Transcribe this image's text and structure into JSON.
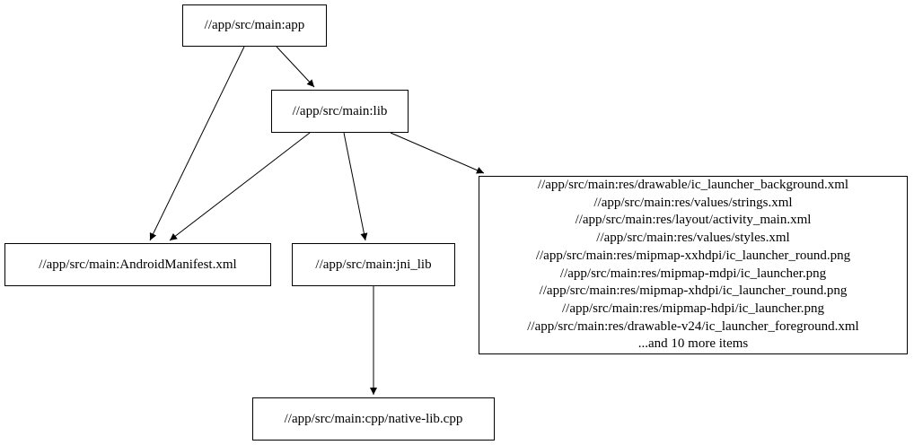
{
  "diagram": {
    "kind": "build-dependency-graph",
    "colors": {
      "background": "#ffffff",
      "node_fill": "#ffffff",
      "node_border": "#000000",
      "edge": "#000000",
      "text": "#000000"
    },
    "nodes": {
      "app": {
        "label": "//app/src/main:app"
      },
      "lib": {
        "label": "//app/src/main:lib"
      },
      "manifest": {
        "label": "//app/src/main:AndroidManifest.xml"
      },
      "jni_lib": {
        "label": "//app/src/main:jni_lib"
      },
      "native_lib_cpp": {
        "label": "//app/src/main:cpp/native-lib.cpp"
      },
      "resources": {
        "lines": [
          "//app/src/main:res/drawable/ic_launcher_background.xml",
          "//app/src/main:res/values/strings.xml",
          "//app/src/main:res/layout/activity_main.xml",
          "//app/src/main:res/values/styles.xml",
          "//app/src/main:res/mipmap-xxhdpi/ic_launcher_round.png",
          "//app/src/main:res/mipmap-mdpi/ic_launcher.png",
          "//app/src/main:res/mipmap-xhdpi/ic_launcher_round.png",
          "//app/src/main:res/mipmap-hdpi/ic_launcher.png",
          "//app/src/main:res/drawable-v24/ic_launcher_foreground.xml",
          "...and 10 more items"
        ]
      }
    },
    "edges": [
      {
        "from": "app",
        "to": "manifest"
      },
      {
        "from": "app",
        "to": "lib"
      },
      {
        "from": "lib",
        "to": "manifest"
      },
      {
        "from": "lib",
        "to": "jni_lib"
      },
      {
        "from": "lib",
        "to": "resources"
      },
      {
        "from": "jni_lib",
        "to": "native_lib_cpp"
      }
    ]
  }
}
